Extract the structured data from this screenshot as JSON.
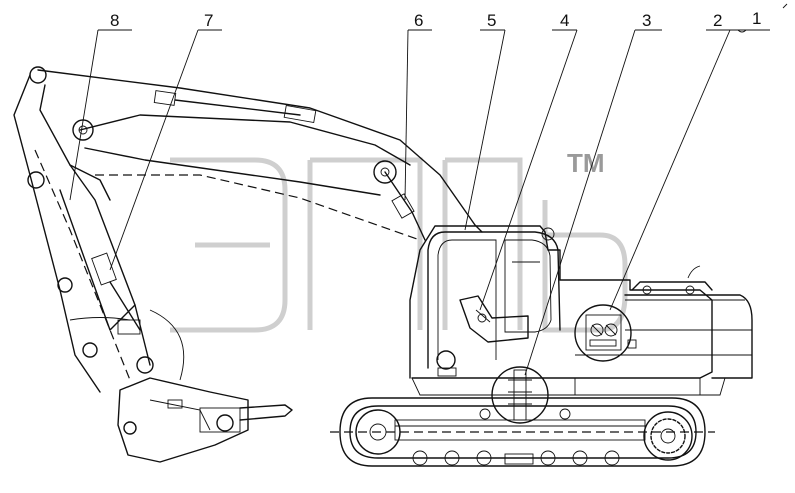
{
  "drawing": {
    "subject": "excavator-hydraulic-layout",
    "callouts": [
      {
        "id": "c1",
        "label": "1"
      },
      {
        "id": "c2",
        "label": "2"
      },
      {
        "id": "c3",
        "label": "3"
      },
      {
        "id": "c4",
        "label": "4"
      },
      {
        "id": "c5",
        "label": "5"
      },
      {
        "id": "c6",
        "label": "6"
      },
      {
        "id": "c7",
        "label": "7"
      },
      {
        "id": "c8",
        "label": "8"
      }
    ]
  },
  "watermark": {
    "mark": "TM",
    "color": "#cfcfcf"
  },
  "colors": {
    "line": "#111111",
    "background": "#ffffff"
  }
}
